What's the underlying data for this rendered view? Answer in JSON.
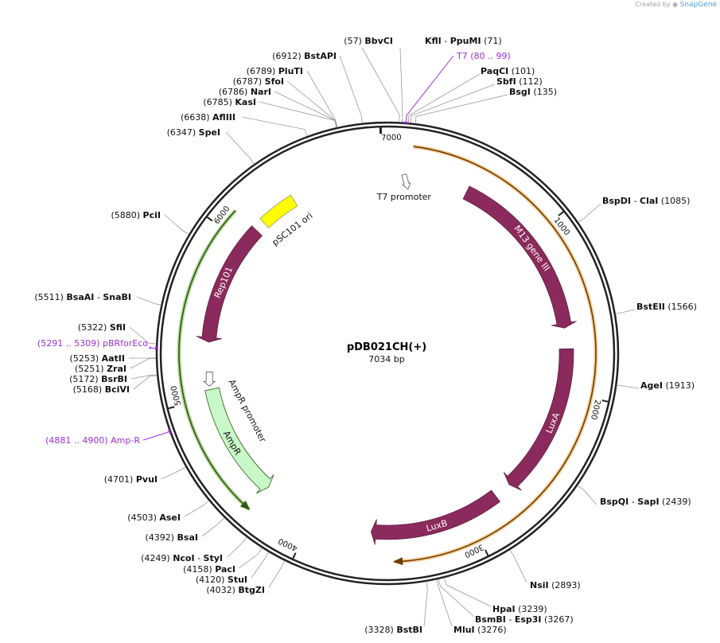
{
  "watermark": {
    "created_by": "Created by",
    "brand": "SnapGene"
  },
  "plasmid": {
    "name": "pDB021CH(+)",
    "size_label": "7034 bp",
    "length": 7034
  },
  "ticks": [
    {
      "pos": 1000,
      "label": "1000"
    },
    {
      "pos": 2000,
      "label": "2000"
    },
    {
      "pos": 3000,
      "label": "3000"
    },
    {
      "pos": 4000,
      "label": "4000"
    },
    {
      "pos": 5000,
      "label": "5000"
    },
    {
      "pos": 6000,
      "label": "6000"
    },
    {
      "pos": 7000,
      "label": "7000"
    }
  ],
  "features": [
    {
      "name": "M13 gene III",
      "start": 510,
      "end": 1600,
      "color": "#8b2a5c",
      "dir": 1,
      "label_inside": true
    },
    {
      "name": "LuxA",
      "start": 1730,
      "end": 2680,
      "color": "#8b2a5c",
      "dir": 1,
      "label_inside": true
    },
    {
      "name": "LuxB",
      "start": 2790,
      "end": 3620,
      "color": "#8b2a5c",
      "dir": 1,
      "label_inside": true
    },
    {
      "name": "Rep101",
      "start": 5345,
      "end": 6120,
      "color": "#8b2a5c",
      "dir": -1,
      "label_inside": true
    },
    {
      "name": "AmpR",
      "start": 4330,
      "end": 5050,
      "color": "#c8f7c8",
      "dir": -1,
      "label_inside": false
    }
  ],
  "small_features": [
    {
      "name": "pSC101 ori",
      "start": 6185,
      "end": 6420,
      "color": "#ffff00"
    },
    {
      "name": "T7 promoter",
      "pos": 118
    },
    {
      "name": "AmpR promoter",
      "pos": 5120
    }
  ],
  "outer_arcs": [
    {
      "start": 140,
      "end": 3480,
      "color": "#f0a64a",
      "dir": 1
    },
    {
      "start": 4330,
      "end": 6120,
      "color": "#7ab648",
      "dir": -1
    }
  ],
  "enzymes": [
    {
      "name": "BbvCI",
      "pos": 57,
      "label": "(57)",
      "side": "top"
    },
    {
      "name": "KflI",
      "extra": "PpuMI",
      "pos": 71,
      "label": "(71)",
      "side": "top"
    },
    {
      "name": "PaqCI",
      "pos": 101,
      "label": "(101)",
      "side": "right"
    },
    {
      "name": "SbfI",
      "pos": 112,
      "label": "(112)",
      "side": "right"
    },
    {
      "name": "BsgI",
      "pos": 135,
      "label": "(135)",
      "side": "right"
    },
    {
      "name": "BspDI",
      "extra": "ClaI",
      "pos": 1085,
      "label": "(1085)",
      "side": "right"
    },
    {
      "name": "BstEII",
      "pos": 1566,
      "label": "(1566)",
      "side": "right"
    },
    {
      "name": "AgeI",
      "pos": 1913,
      "label": "(1913)",
      "side": "right"
    },
    {
      "name": "BspQI",
      "extra": "SapI",
      "pos": 2439,
      "label": "(2439)",
      "side": "right"
    },
    {
      "name": "NsiI",
      "pos": 2893,
      "label": "(2893)",
      "side": "right"
    },
    {
      "name": "HpaI",
      "pos": 3239,
      "label": "(3239)",
      "side": "right"
    },
    {
      "name": "BsmBI",
      "extra": "Esp3I",
      "pos": 3267,
      "label": "(3267)",
      "side": "right"
    },
    {
      "name": "MluI",
      "pos": 3276,
      "label": "(3276)",
      "side": "right"
    },
    {
      "name": "BstBI",
      "pos": 3328,
      "label": "(3328)",
      "side": "left"
    },
    {
      "name": "BtgZI",
      "pos": 4032,
      "label": "(4032)",
      "side": "left"
    },
    {
      "name": "StuI",
      "pos": 4120,
      "label": "(4120)",
      "side": "left"
    },
    {
      "name": "PacI",
      "pos": 4158,
      "label": "(4158)",
      "side": "left"
    },
    {
      "name": "NcoI",
      "extra": "StyI",
      "pos": 4249,
      "label": "(4249)",
      "side": "left"
    },
    {
      "name": "BsaI",
      "pos": 4392,
      "label": "(4392)",
      "side": "left"
    },
    {
      "name": "AseI",
      "pos": 4503,
      "label": "(4503)",
      "side": "left"
    },
    {
      "name": "PvuI",
      "pos": 4701,
      "label": "(4701)",
      "side": "left"
    },
    {
      "name": "BciVI",
      "pos": 5168,
      "label": "(5168)",
      "side": "left"
    },
    {
      "name": "BsrBI",
      "pos": 5172,
      "label": "(5172)",
      "side": "left"
    },
    {
      "name": "ZraI",
      "pos": 5251,
      "label": "(5251)",
      "side": "left"
    },
    {
      "name": "AatII",
      "pos": 5253,
      "label": "(5253)",
      "side": "left"
    },
    {
      "name": "SfiI",
      "pos": 5322,
      "label": "(5322)",
      "side": "left"
    },
    {
      "name": "BsaAI",
      "extra": "SnaBI",
      "pos": 5511,
      "label": "(5511)",
      "side": "left"
    },
    {
      "name": "PciI",
      "pos": 5880,
      "label": "(5880)",
      "side": "left"
    },
    {
      "name": "SpeI",
      "pos": 6347,
      "label": "(6347)",
      "side": "left"
    },
    {
      "name": "AflIII",
      "pos": 6638,
      "label": "(6638)",
      "side": "left"
    },
    {
      "name": "KasI",
      "pos": 6785,
      "label": "(6785)",
      "side": "left"
    },
    {
      "name": "NarI",
      "pos": 6786,
      "label": "(6786)",
      "side": "left"
    },
    {
      "name": "SfoI",
      "pos": 6787,
      "label": "(6787)",
      "side": "left"
    },
    {
      "name": "PluTI",
      "pos": 6789,
      "label": "(6789)",
      "side": "left"
    },
    {
      "name": "BstAPI",
      "pos": 6912,
      "label": "(6912)",
      "side": "left"
    }
  ],
  "primers": [
    {
      "name": "T7",
      "range": "(80 .. 99)",
      "pos": 90
    },
    {
      "name": "pBRforEco",
      "range": "(5291 .. 5309)",
      "pos": 5300
    },
    {
      "name": "Amp-R",
      "range": "(4881 .. 4900)",
      "pos": 4890
    }
  ]
}
